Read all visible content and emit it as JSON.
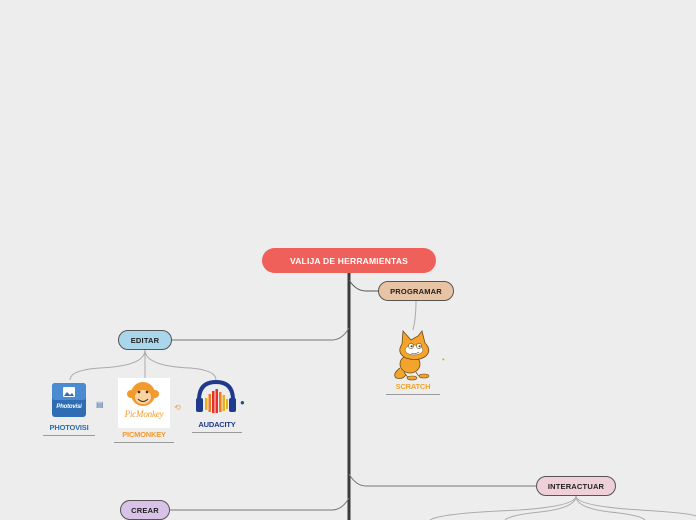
{
  "map": {
    "root": "VALIJA DE HERRAMIENTAS",
    "branches": {
      "programar": "PROGRAMAR",
      "editar": "EDITAR",
      "interactuar": "INTERACTUAR",
      "crear": "CREAR"
    },
    "tools": {
      "scratch": "SCRATCH",
      "photovisi": "PHOTOVISI",
      "picmonkey": "PICMONKEY",
      "audacity": "AUDACITY"
    },
    "logo_text": {
      "photovisi": "Photovisi",
      "picmonkey": "PicMonkey"
    }
  },
  "colors": {
    "background": "#ededed",
    "root": "#f0605a",
    "programar": "#e8c3a4",
    "editar": "#a9d6ea",
    "interactuar": "#efcfd8",
    "crear": "#d9c2e8",
    "trunk": "#3a3a3a",
    "scratch_text": "#f4a42a",
    "photovisi_text": "#2a6fb0",
    "picmonkey_text": "#f39a2e",
    "audacity_text": "#1f3a8c"
  }
}
